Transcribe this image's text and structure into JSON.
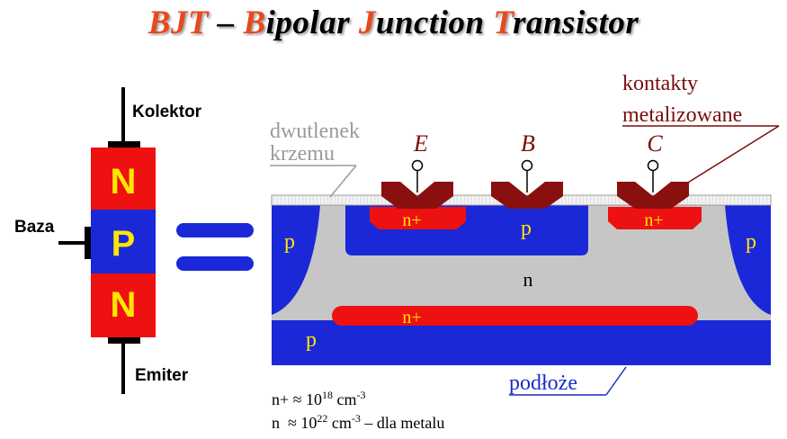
{
  "title": {
    "parts": [
      {
        "text": "BJT",
        "highlight": true
      },
      {
        "text": " – ",
        "highlight": false
      },
      {
        "text": "B",
        "highlight": true
      },
      {
        "text": "ipolar ",
        "highlight": false
      },
      {
        "text": "J",
        "highlight": true
      },
      {
        "text": "unction ",
        "highlight": false
      },
      {
        "text": "T",
        "highlight": true
      },
      {
        "text": "ransistor",
        "highlight": false
      }
    ],
    "highlight_color": "#e8481c"
  },
  "symbol": {
    "collector_label": "Kolektor",
    "base_label": "Baza",
    "emitter_label": "Emiter",
    "layers": [
      "N",
      "P",
      "N"
    ]
  },
  "cross_section": {
    "oxide_label_line1": "dwutlenek",
    "oxide_label_line2": "krzemu",
    "contacts_label_line1": "kontakty",
    "contacts_label_line2": "metalizowane",
    "terminal_e": "E",
    "terminal_b": "B",
    "terminal_c": "C",
    "region_nplus_emitter": "n+",
    "region_p_base": "p",
    "region_nplus_collector": "n+",
    "region_p_left": "p",
    "region_p_right": "p",
    "region_n": "n",
    "region_nplus_buried": "n+",
    "region_p_substrate": "p",
    "substrate_label": "podłoże"
  },
  "notes": {
    "line1_prefix": "n+ ≈ 10",
    "line1_exp": "18",
    "line1_suffix": " cm",
    "line1_unit_exp": "-3",
    "line2_prefix": "n  ≈ 10",
    "line2_exp": "22",
    "line2_suffix": " cm",
    "line2_unit_exp": "-3",
    "line2_tail": " – dla metalu"
  },
  "colors": {
    "n_region": "#ee1111",
    "p_region": "#1a28d8",
    "layer_letter": "#ffe600",
    "lightly_doped_n": "#c6c6c6",
    "metal": "#8a1010",
    "oxide_label": "#9a9a9a",
    "contacts_label": "#7a0c0c",
    "substrate_label": "#1a2cc8",
    "region_label": "#ffe600"
  }
}
